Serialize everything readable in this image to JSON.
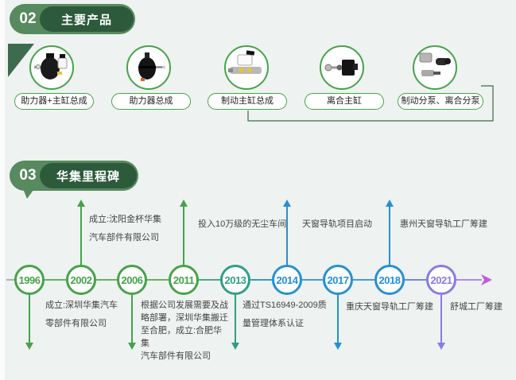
{
  "slide": {
    "background": "#eef2f0",
    "header_pill_color": "#578a5e",
    "header_pill_dark_color": "#2d5a3b",
    "accent_green": "#46a34b",
    "connector_line_color": "#3a6b4a",
    "end_arrow_color": "#c05ce0"
  },
  "products_section": {
    "number": "02",
    "title": "主要产品",
    "items": [
      {
        "label": "助力器+主缸总成",
        "icon": "brake-booster-with-master-cylinder-image"
      },
      {
        "label": "助力器总成",
        "icon": "brake-booster-image"
      },
      {
        "label": "制动主缸总成",
        "icon": "brake-master-cylinder-image"
      },
      {
        "label": "离合主缸",
        "icon": "clutch-master-cylinder-image"
      },
      {
        "label": "制动分泵、离合分泵",
        "icon": "slave-cylinders-image"
      }
    ]
  },
  "timeline_section": {
    "number": "03",
    "title": "华集里程碑",
    "end_arrow_icon": "arrow-right-icon",
    "milestones": [
      {
        "year": "1996",
        "color": "#45a24a",
        "side": "below",
        "text": "成立:深圳华集汽车\n零部件有限公司"
      },
      {
        "year": "2002",
        "color": "#45a24a",
        "side": "above",
        "text": "成立:沈阳金杯华集\n汽车部件有限公司"
      },
      {
        "year": "2006",
        "color": "#45a24a",
        "side": "below",
        "text": "根据公司发展需要及战\n略部署，深圳华集搬迁\n至合肥，成立:合肥华集\n汽车部件有限公司"
      },
      {
        "year": "2011",
        "color": "#45a24a",
        "side": "above",
        "text": "投入10万级的无尘车间"
      },
      {
        "year": "2013",
        "color": "#2f9e86",
        "side": "below",
        "text": "通过TS16949-2009质\n量管理体系认证"
      },
      {
        "year": "2014",
        "color": "#2490d2",
        "side": "above",
        "text": "天窗导轨项目启动"
      },
      {
        "year": "2017",
        "color": "#2490d2",
        "side": "below",
        "text": "重庆天窗导轨工厂筹建"
      },
      {
        "year": "2018",
        "color": "#2490d2",
        "side": "above",
        "text": "惠州天窗导轨工厂筹建"
      },
      {
        "year": "2021",
        "color": "#8a7ae0",
        "side": "below",
        "text": "舒城工厂筹建"
      }
    ]
  }
}
